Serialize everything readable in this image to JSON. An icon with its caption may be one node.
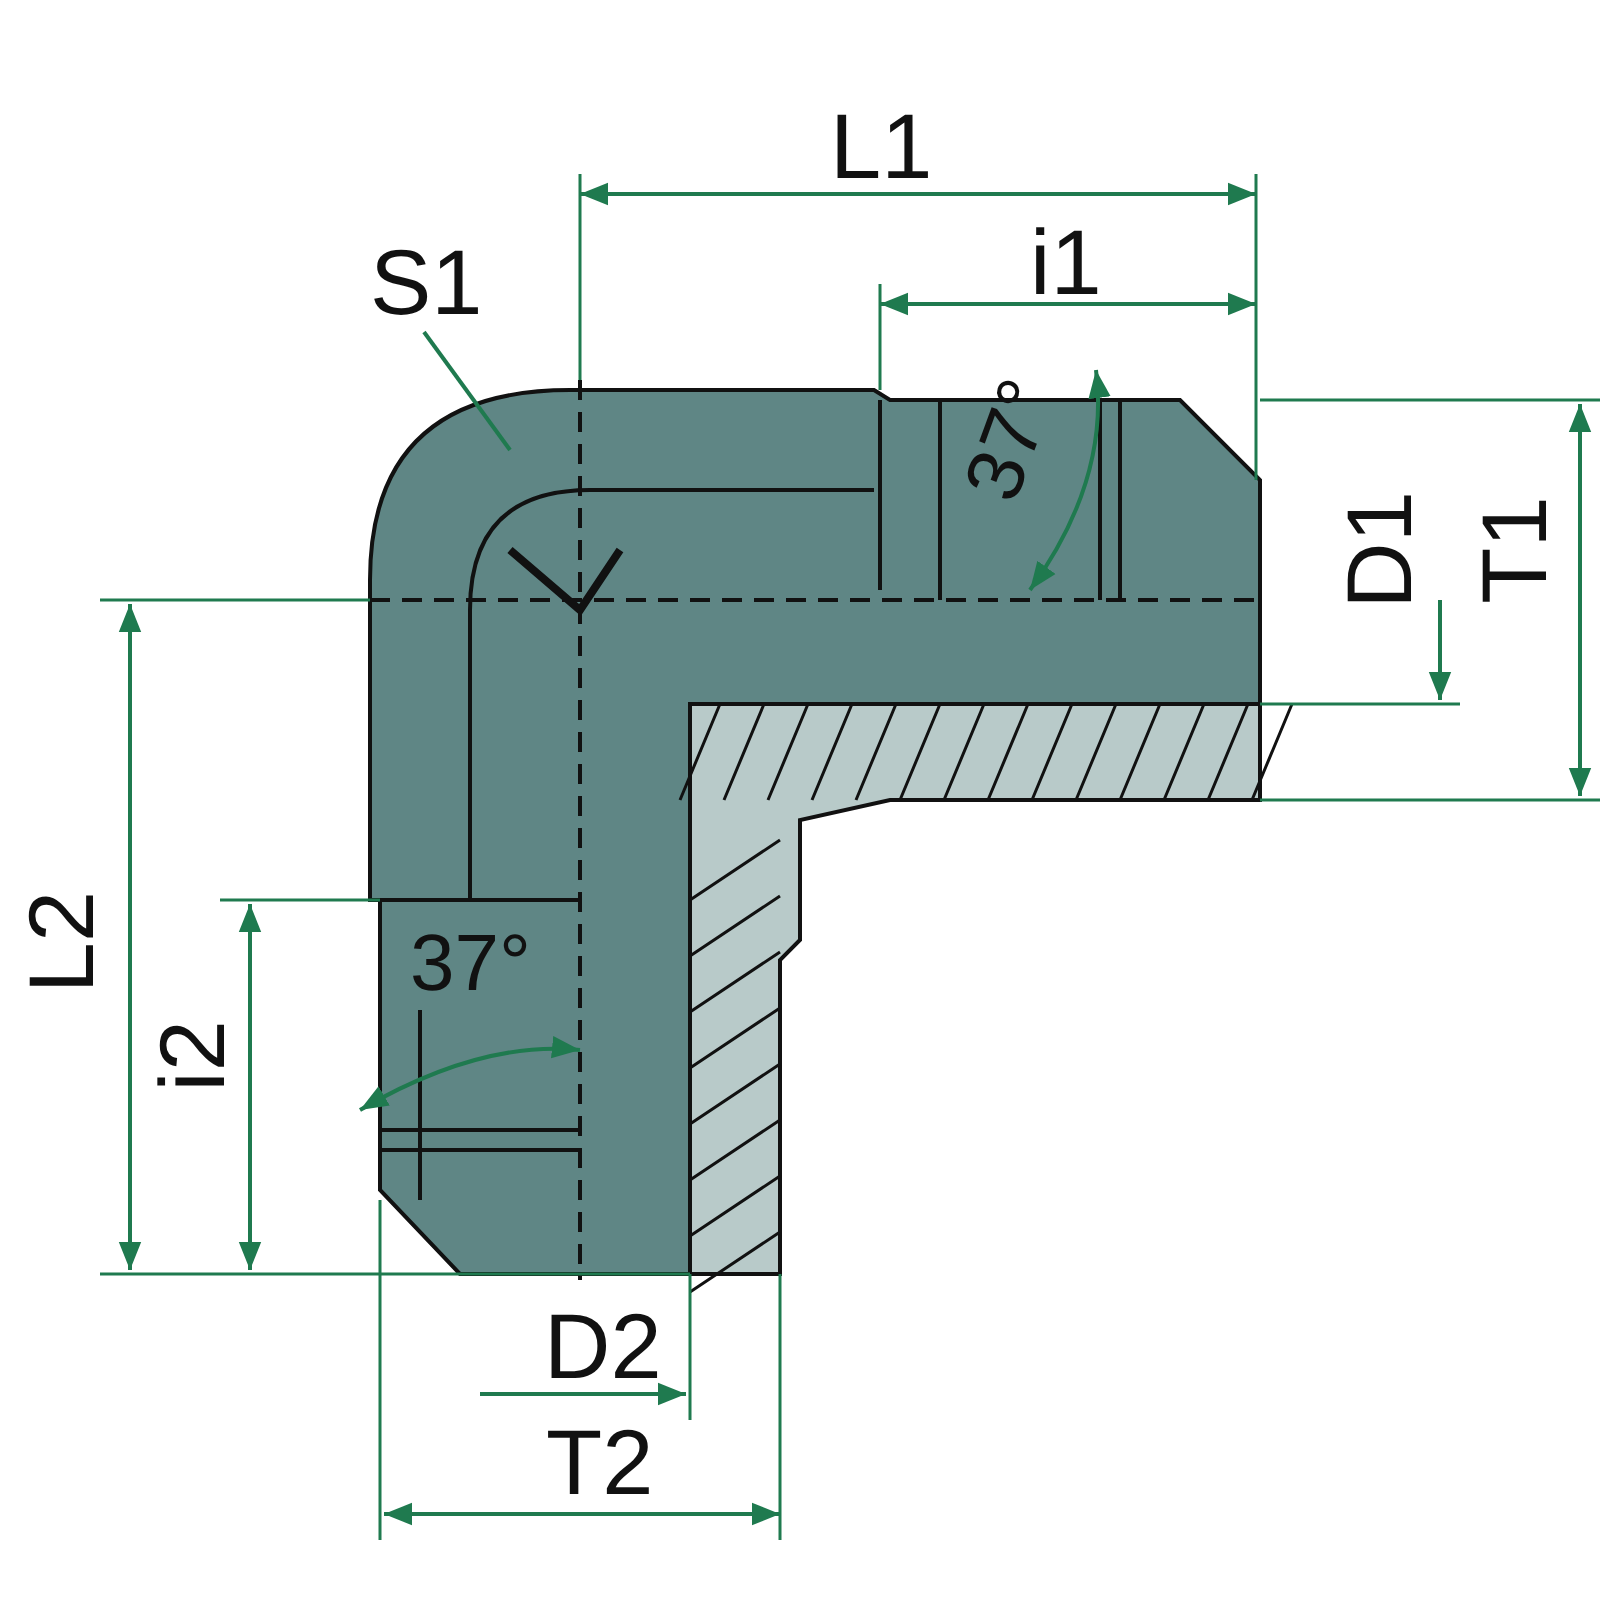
{
  "diagram": {
    "nodes": [
      {
        "text": [
          "S1"
        ]
      },
      {
        "text": [],
        "shape": "picture"
      }
    ],
    "edges": [
      {
        "from": 0,
        "to": 1,
        "arrow": "none"
      }
    ],
    "labels": [
      "L1",
      "i1",
      "37°",
      "D1",
      "T1",
      "L2",
      "37°",
      "i2",
      "D2",
      "T2"
    ]
  }
}
